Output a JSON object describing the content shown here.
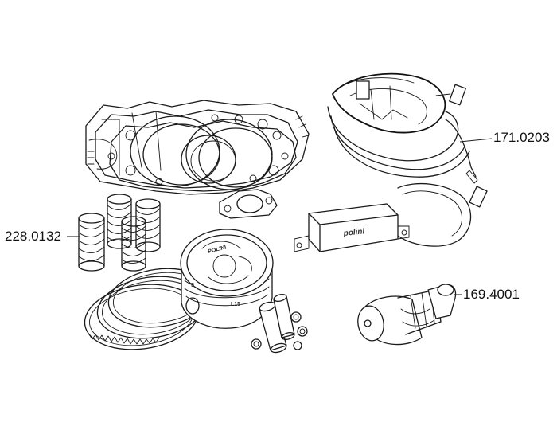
{
  "parts": {
    "springs": {
      "code": "228.0132"
    },
    "ecu_harness": {
      "code": "171.0203"
    },
    "camshaft": {
      "code": "169.4001"
    }
  },
  "markings": {
    "brand": "polini",
    "piston_top": "POLINI",
    "piston_side": "L15"
  }
}
